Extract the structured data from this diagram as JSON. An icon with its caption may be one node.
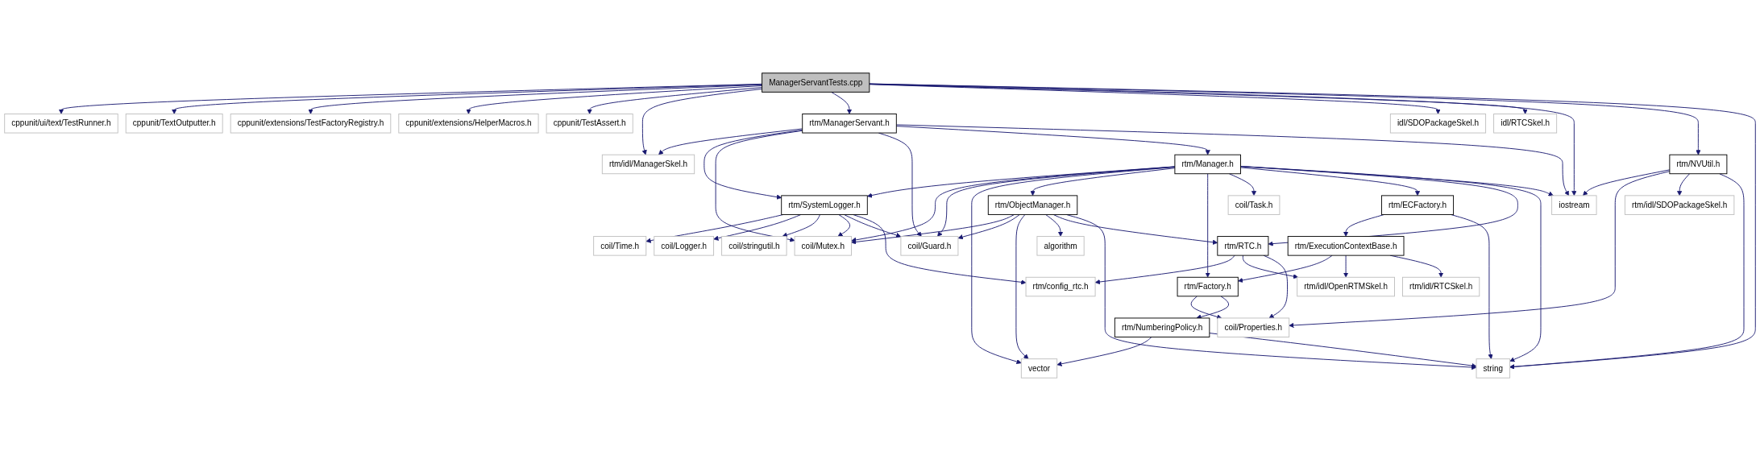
{
  "diagram": {
    "nodes": [
      {
        "text": [
          "ManagerServantTests.cpp"
        ]
      },
      {
        "text": [
          "cppunit/ui/text/TestRunner.h"
        ]
      },
      {
        "text": [
          "cppunit/TextOutputter.h"
        ]
      },
      {
        "text": [
          "cppunit/extensions/TestFactoryRegistry.h"
        ]
      },
      {
        "text": [
          "cppunit/extensions/HelperMacros.h"
        ]
      },
      {
        "text": [
          "cppunit/TestAssert.h"
        ]
      },
      {
        "text": [
          "rtm/ManagerServant.h"
        ]
      },
      {
        "text": [
          "idl/SDOPackageSkel.h"
        ]
      },
      {
        "text": [
          "idl/RTCSkel.h"
        ]
      },
      {
        "text": [
          "rtm/Manager.h"
        ]
      },
      {
        "text": [
          "rtm/NVUtil.h"
        ]
      },
      {
        "text": [
          "rtm/idl/ManagerSkel.h"
        ]
      },
      {
        "text": [
          "rtm/SystemLogger.h"
        ]
      },
      {
        "text": [
          "rtm/ObjectManager.h"
        ]
      },
      {
        "text": [
          "coil/Task.h"
        ]
      },
      {
        "text": [
          "rtm/ECFactory.h"
        ]
      },
      {
        "text": [
          "iostream"
        ]
      },
      {
        "text": [
          "rtm/idl/SDOPackageSkel.h"
        ]
      },
      {
        "text": [
          "coil/Time.h"
        ]
      },
      {
        "text": [
          "coil/Logger.h"
        ]
      },
      {
        "text": [
          "coil/stringutil.h"
        ]
      },
      {
        "text": [
          "coil/Mutex.h"
        ]
      },
      {
        "text": [
          "coil/Guard.h"
        ]
      },
      {
        "text": [
          "algorithm"
        ]
      },
      {
        "text": [
          "rtm/RTC.h"
        ]
      },
      {
        "text": [
          "rtm/ExecutionContextBase.h"
        ]
      },
      {
        "text": [
          "rtm/config_rtc.h"
        ]
      },
      {
        "text": [
          "rtm/Factory.h"
        ]
      },
      {
        "text": [
          "rtm/idl/OpenRTMSkel.h"
        ]
      },
      {
        "text": [
          "rtm/idl/RTCSkel.h"
        ]
      },
      {
        "text": [
          "rtm/NumberingPolicy.h"
        ]
      },
      {
        "text": [
          "coil/Properties.h"
        ]
      },
      {
        "text": [
          "vector"
        ]
      },
      {
        "text": [
          "string"
        ]
      }
    ],
    "edges": [
      {
        "from": 0,
        "to": 1,
        "arrow": "to"
      },
      {
        "from": 0,
        "to": 2,
        "arrow": "to"
      },
      {
        "from": 0,
        "to": 3,
        "arrow": "to"
      },
      {
        "from": 0,
        "to": 4,
        "arrow": "to"
      },
      {
        "from": 0,
        "to": 5,
        "arrow": "to"
      },
      {
        "from": 0,
        "to": 11,
        "arrow": "to"
      },
      {
        "from": 0,
        "to": 6,
        "arrow": "to"
      },
      {
        "from": 0,
        "to": 7,
        "arrow": "to"
      },
      {
        "from": 0,
        "to": 8,
        "arrow": "to"
      },
      {
        "from": 0,
        "to": 16,
        "arrow": "to"
      },
      {
        "from": 0,
        "to": 10,
        "arrow": "to"
      },
      {
        "from": 0,
        "to": 33,
        "arrow": "to"
      },
      {
        "from": 6,
        "to": 11,
        "arrow": "to"
      },
      {
        "from": 6,
        "to": 12,
        "arrow": "to"
      },
      {
        "from": 6,
        "to": 21,
        "arrow": "to"
      },
      {
        "from": 6,
        "to": 22,
        "arrow": "to"
      },
      {
        "from": 6,
        "to": 9,
        "arrow": "to"
      },
      {
        "from": 6,
        "to": 16,
        "arrow": "to"
      },
      {
        "from": 9,
        "to": 12,
        "arrow": "to"
      },
      {
        "from": 9,
        "to": 21,
        "arrow": "to"
      },
      {
        "from": 9,
        "to": 22,
        "arrow": "to"
      },
      {
        "from": 9,
        "to": 32,
        "arrow": "to"
      },
      {
        "from": 9,
        "to": 13,
        "arrow": "to"
      },
      {
        "from": 9,
        "to": 27,
        "arrow": "to"
      },
      {
        "from": 9,
        "to": 14,
        "arrow": "to"
      },
      {
        "from": 9,
        "to": 15,
        "arrow": "to"
      },
      {
        "from": 9,
        "to": 24,
        "arrow": "to"
      },
      {
        "from": 9,
        "to": 16,
        "arrow": "to"
      },
      {
        "from": 9,
        "to": 33,
        "arrow": "to"
      },
      {
        "from": 10,
        "to": 16,
        "arrow": "to"
      },
      {
        "from": 10,
        "to": 31,
        "arrow": "to"
      },
      {
        "from": 10,
        "to": 17,
        "arrow": "to"
      },
      {
        "from": 10,
        "to": 33,
        "arrow": "to"
      },
      {
        "from": 12,
        "to": 18,
        "arrow": "to"
      },
      {
        "from": 12,
        "to": 19,
        "arrow": "to"
      },
      {
        "from": 12,
        "to": 20,
        "arrow": "to"
      },
      {
        "from": 12,
        "to": 21,
        "arrow": "to"
      },
      {
        "from": 12,
        "to": 22,
        "arrow": "to"
      },
      {
        "from": 12,
        "to": 26,
        "arrow": "to"
      },
      {
        "from": 13,
        "to": 21,
        "arrow": "to"
      },
      {
        "from": 13,
        "to": 22,
        "arrow": "to"
      },
      {
        "from": 13,
        "to": 32,
        "arrow": "to"
      },
      {
        "from": 13,
        "to": 23,
        "arrow": "to"
      },
      {
        "from": 13,
        "to": 24,
        "arrow": "to"
      },
      {
        "from": 13,
        "to": 33,
        "arrow": "to"
      },
      {
        "from": 15,
        "to": 25,
        "arrow": "to"
      },
      {
        "from": 15,
        "to": 33,
        "arrow": "to"
      },
      {
        "from": 24,
        "to": 26,
        "arrow": "to"
      },
      {
        "from": 24,
        "to": 28,
        "arrow": "to"
      },
      {
        "from": 24,
        "to": 31,
        "arrow": "to"
      },
      {
        "from": 25,
        "to": 27,
        "arrow": "to"
      },
      {
        "from": 25,
        "to": 28,
        "arrow": "to"
      },
      {
        "from": 25,
        "to": 29,
        "arrow": "to"
      },
      {
        "from": 27,
        "to": 31,
        "arrow": "to"
      },
      {
        "from": 27,
        "to": 30,
        "arrow": "to"
      },
      {
        "from": 30,
        "to": 32,
        "arrow": "to"
      },
      {
        "from": 30,
        "to": 33,
        "arrow": "to"
      }
    ]
  }
}
